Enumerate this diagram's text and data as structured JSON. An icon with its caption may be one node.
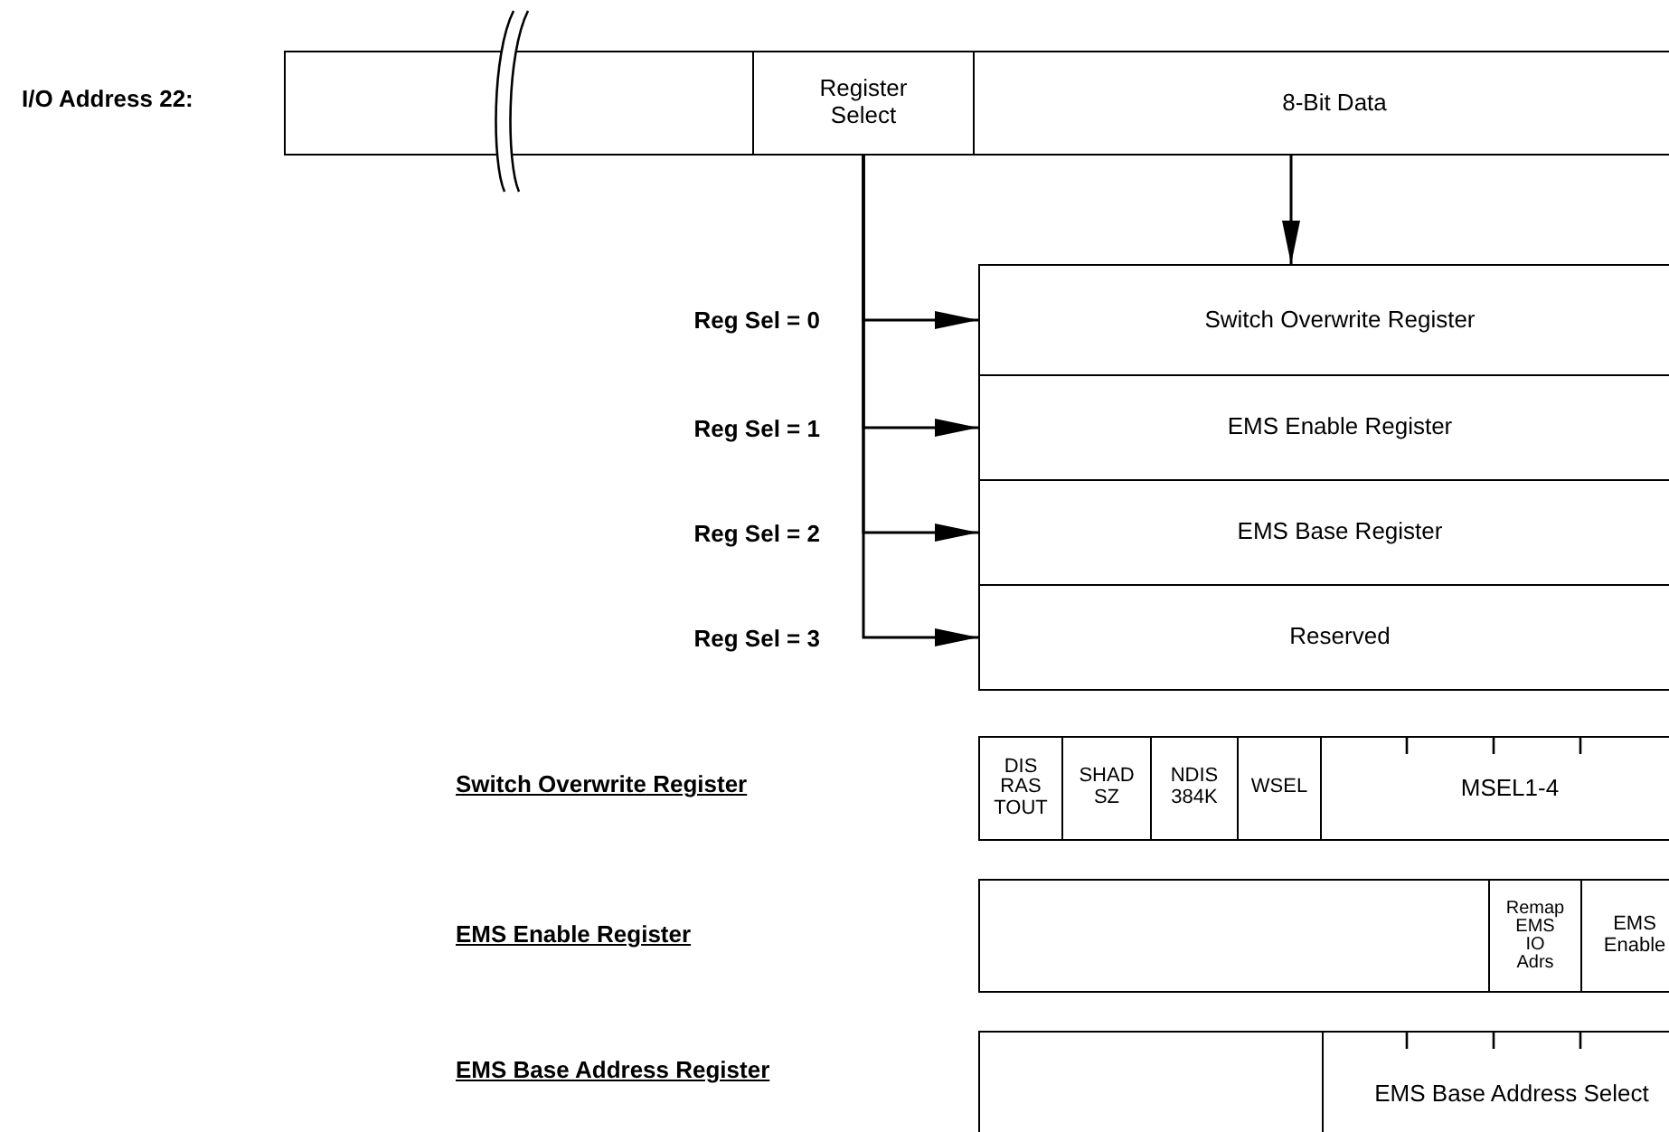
{
  "diagram": {
    "nodes": [
      {
        "text": [],
        "shape": "box"
      },
      {
        "text": [
          "Register Select"
        ]
      },
      {
        "text": [
          "8-Bit Data"
        ]
      },
      {
        "text": [
          "Switch Overwrite Register"
        ]
      },
      {
        "text": [
          "EMS Enable Register"
        ]
      },
      {
        "text": [
          "EMS Base Register"
        ]
      },
      {
        "text": [
          "Reserved"
        ]
      },
      {
        "text": [
          "DIS RAS TOUT"
        ]
      },
      {
        "text": [
          "SHAD SZ"
        ]
      },
      {
        "text": [
          "NDIS 384K"
        ]
      },
      {
        "text": [
          "WSEL"
        ]
      },
      {
        "text": [
          "MSEL1-4"
        ]
      },
      {
        "text": [],
        "shape": "box"
      },
      {
        "text": [
          "Remap EMS IO Adrs"
        ]
      },
      {
        "text": [
          "EMS Enable"
        ]
      },
      {
        "text": [],
        "shape": "box"
      },
      {
        "text": [
          "EMS Base Address Select"
        ]
      }
    ],
    "edges": [
      {
        "from": 2,
        "to": 3,
        "arrow": "to"
      },
      {
        "from": 1,
        "to": 3,
        "arrow": "to",
        "label": "Reg Sel = 0"
      },
      {
        "from": 1,
        "to": 4,
        "arrow": "to",
        "label": "Reg Sel = 1"
      },
      {
        "from": 1,
        "to": 5,
        "arrow": "to",
        "label": "Reg Sel = 2"
      },
      {
        "from": 1,
        "to": 6,
        "arrow": "to",
        "label": "Reg Sel = 3"
      }
    ],
    "labels": [
      "I/O Address 22:",
      "Switch Overwrite Register",
      "EMS Enable Register",
      "EMS Base Address Register"
    ]
  }
}
